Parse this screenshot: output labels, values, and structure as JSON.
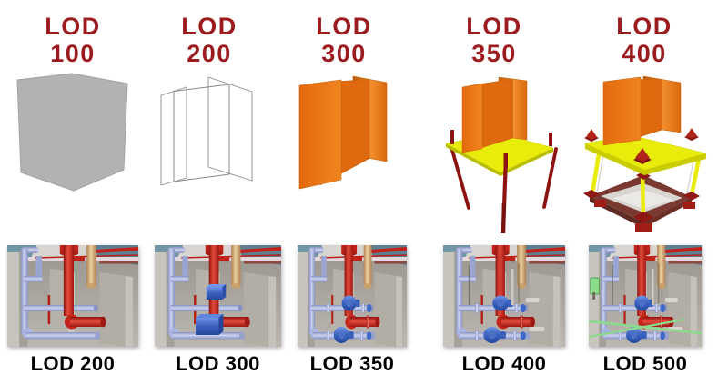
{
  "top_row": {
    "items": [
      {
        "title": "LOD",
        "level": "100",
        "model": "gray-massing-box"
      },
      {
        "title": "LOD",
        "level": "200",
        "model": "wireframe-steel-column"
      },
      {
        "title": "LOD",
        "level": "300",
        "model": "solid-orange-steel-column"
      },
      {
        "title": "LOD",
        "level": "350",
        "model": "column-with-base-plate-and-anchor-rods"
      },
      {
        "title": "LOD",
        "level": "400",
        "model": "column-with-bolted-base-plate-and-footing"
      }
    ]
  },
  "bottom_row": {
    "items": [
      {
        "label": "LOD 200",
        "features": []
      },
      {
        "label": "LOD 300",
        "features": [
          "boxes"
        ]
      },
      {
        "label": "LOD 350",
        "features": [
          "pumps",
          "fittings"
        ]
      },
      {
        "label": "LOD 400",
        "features": [
          "pumps",
          "fittings",
          "detail"
        ]
      },
      {
        "label": "LOD 500",
        "features": [
          "pumps",
          "fittings",
          "detail",
          "scan"
        ]
      }
    ]
  },
  "colors": {
    "label_red": "#9c1b1f",
    "bottom_label_black": "#000000",
    "steel_orange": "#ed7d1f",
    "plate_yellow": "#e9ec0b",
    "anchor_dark_red": "#8c1310",
    "massing_gray": "#b3b2b2",
    "footing_maroon": "#7a3a31"
  }
}
